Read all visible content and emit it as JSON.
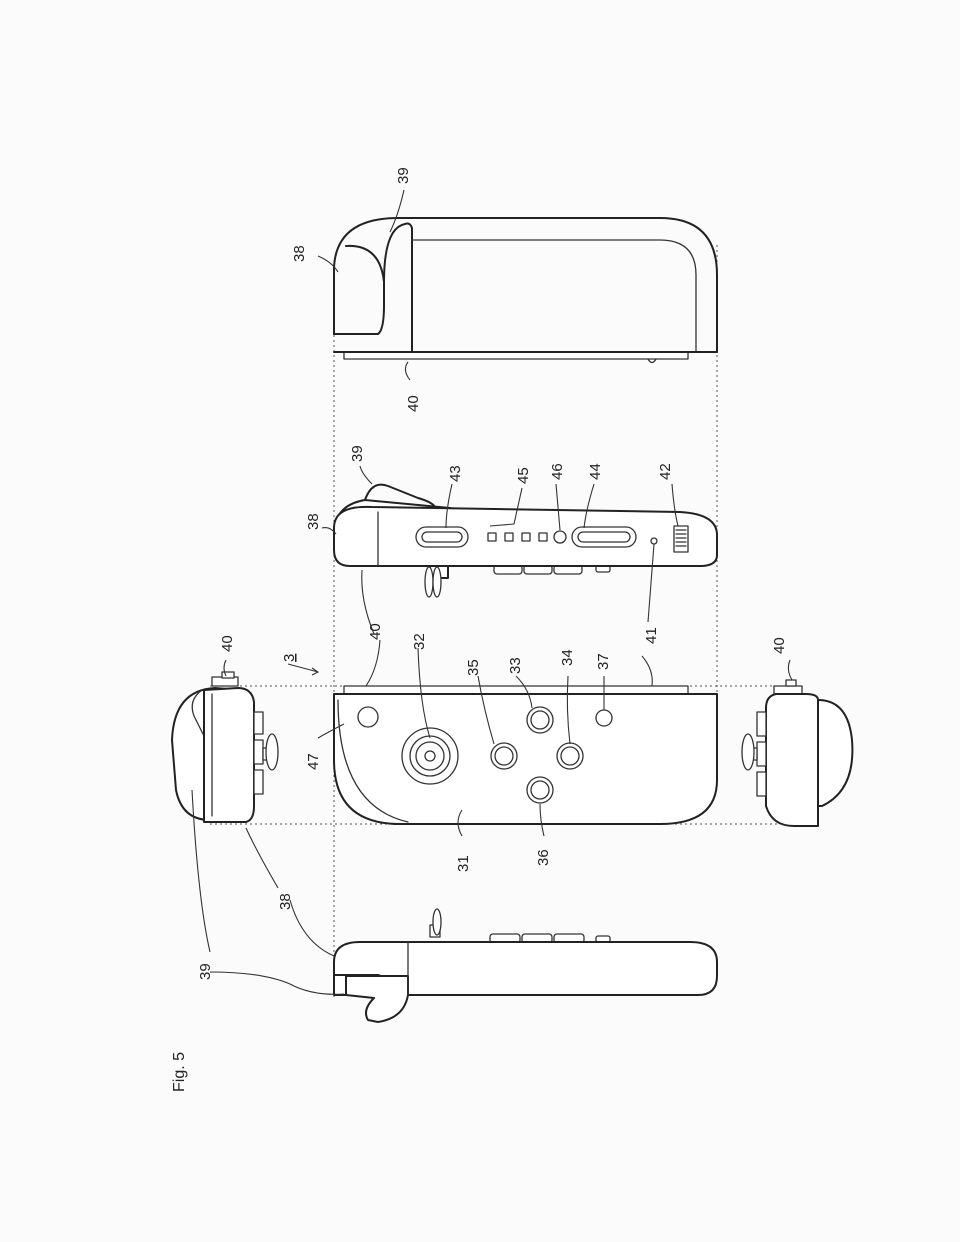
{
  "figure": {
    "caption": "Fig. 5",
    "controller_ref": "3",
    "labels": {
      "r31": "31",
      "r32": "32",
      "r33": "33",
      "r34": "34",
      "r35": "35",
      "r36": "36",
      "r37": "37",
      "r38": "38",
      "r39": "39",
      "r40": "40",
      "r41": "41",
      "r42": "42",
      "r43": "43",
      "r44": "44",
      "r45": "45",
      "r46": "46",
      "r47": "47"
    }
  }
}
